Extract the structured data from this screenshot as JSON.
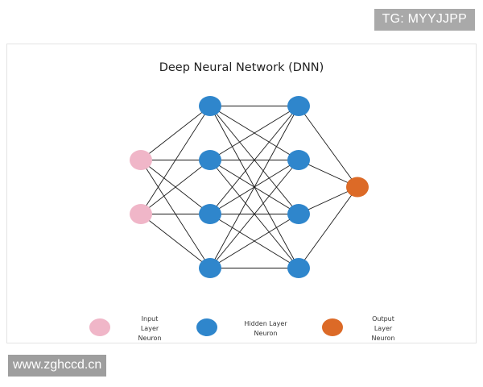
{
  "watermark_top": "TG: MYYJJPP",
  "watermark_bottom": "www.zghccd.cn",
  "title": "Deep Neural Network (DNN)",
  "network": {
    "layers": [
      {
        "type": "input",
        "count": 2
      },
      {
        "type": "hidden",
        "count": 4
      },
      {
        "type": "hidden",
        "count": 4
      },
      {
        "type": "output",
        "count": 1
      }
    ],
    "fully_connected": true
  },
  "colors": {
    "input": "#f0b6c8",
    "hidden": "#2f86cc",
    "output": "#dc6a27",
    "edge": "#1a1a1a"
  },
  "legend": {
    "input_label": "Input\nLayer\nNeuron",
    "hidden_label": "Hidden Layer\nNeuron",
    "output_label": "Output\nLayer\nNeuron"
  }
}
